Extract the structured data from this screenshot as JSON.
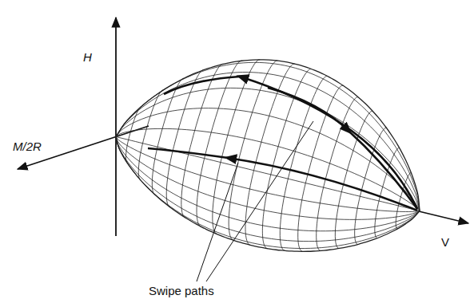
{
  "diagram": {
    "labels": [
      "H",
      "M/2R",
      "V",
      "Swipe paths"
    ]
  }
}
